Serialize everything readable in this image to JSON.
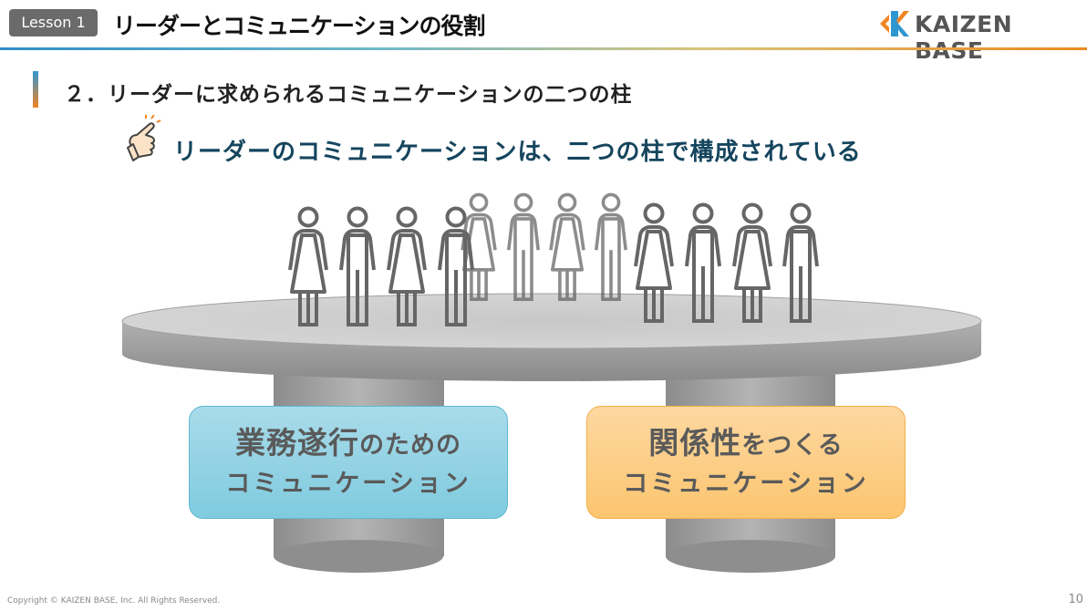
{
  "header": {
    "lesson_label": "Lesson 1",
    "title": "リーダーとコミュニケーションの役割",
    "logo_text": "KAIZEN BASE"
  },
  "section": {
    "title": "２．リーダーに求められるコミュニケーションの二つの柱"
  },
  "subtitle": "リーダーのコミュニケーションは、二つの柱で構成されている",
  "pillars": {
    "left": {
      "main": "業務遂行",
      "suffix": "のための",
      "line2": "コミュニケーション"
    },
    "right": {
      "main": "関係性",
      "suffix": "をつくる",
      "line2": "コミュニケーション"
    }
  },
  "footer": {
    "copyright": "Copyright ©  KAIZEN BASE, Inc.  All Rights Reserved.",
    "page_number": "10"
  },
  "colors": {
    "accent_blue": "#2e8ec6",
    "accent_orange": "#ee8a1f",
    "subtitle": "#15455e"
  }
}
